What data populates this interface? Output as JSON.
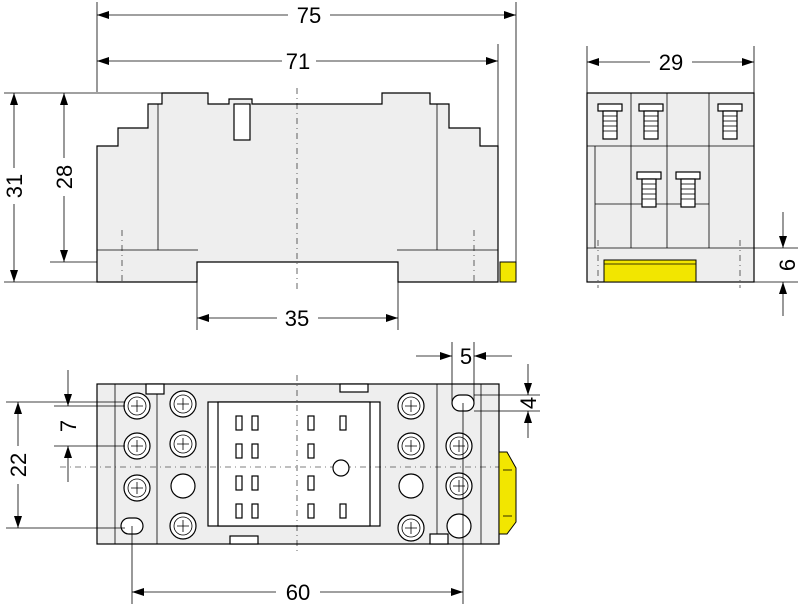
{
  "colors": {
    "body": "#eeeeee",
    "accent": "#f2e600",
    "line": "#000000"
  },
  "dimensions": {
    "top_front": {
      "overall_width": "75",
      "body_width": "71",
      "overall_height": "31",
      "body_height": "28",
      "rail_width": "35"
    },
    "top_side": {
      "width": "29",
      "latch_height": "6"
    },
    "bottom_plan": {
      "overall_height": "22",
      "terminal_pitch": "7",
      "mount_spacing": "60",
      "slot_width": "5",
      "slot_height": "4"
    }
  }
}
